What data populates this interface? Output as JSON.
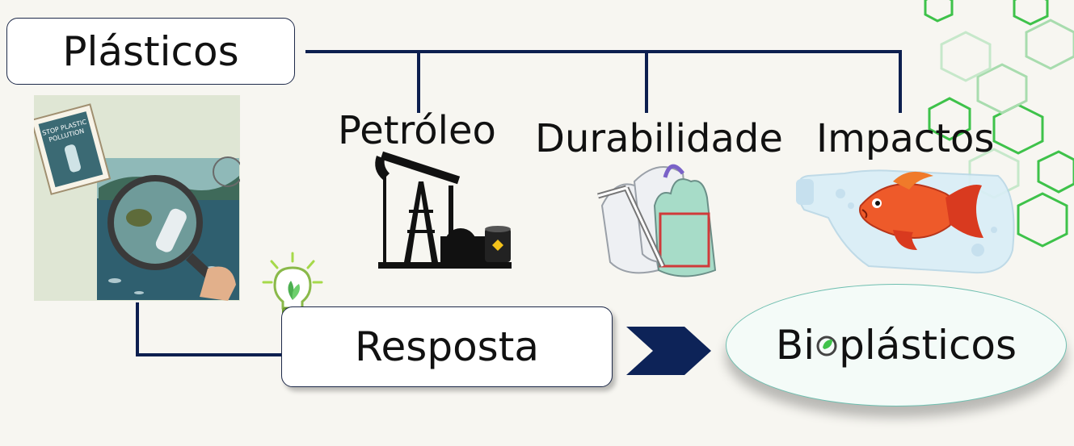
{
  "title": "Plásticos",
  "branches": [
    {
      "label": "Petróleo",
      "icon": "oil-pump-icon"
    },
    {
      "label": "Durabilidade",
      "icon": "plastic-bags-icon"
    },
    {
      "label": "Impactos",
      "icon": "fish-in-bottle-icon"
    }
  ],
  "poster": {
    "stamp_text_1": "STOP PLASTIC",
    "stamp_text_2": "POLLUTION"
  },
  "response": {
    "label": "Resposta",
    "icon": "lightbulb-icon"
  },
  "solution": {
    "prefix": "Bi",
    "suffix": "plásticos",
    "icon": "leaf-o-icon"
  },
  "colors": {
    "line": "#0d1f4f",
    "arrow": "#0d2358",
    "hex": "#3ec24a",
    "ellipse_border": "#6fbfb0"
  }
}
